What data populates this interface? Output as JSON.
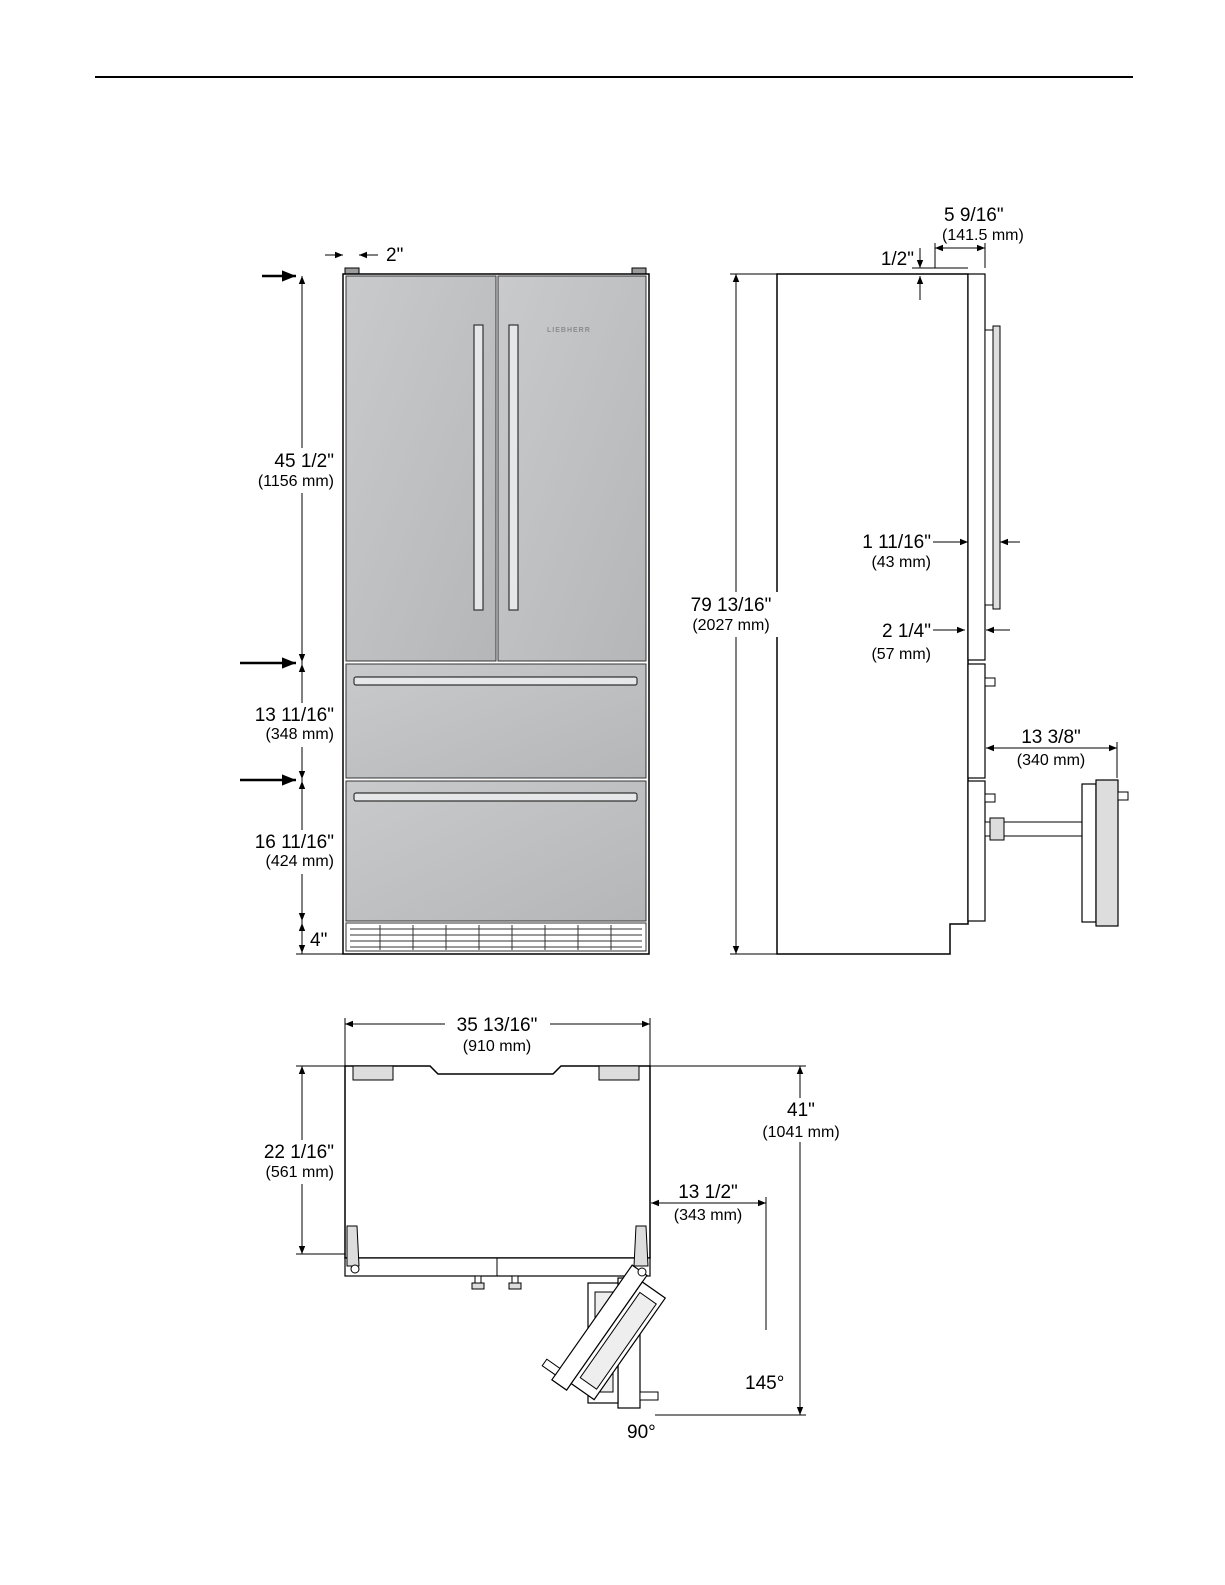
{
  "brand_logo": "LIEBHERR",
  "front_view": {
    "handle_offset_label": "2\"",
    "upper_height": {
      "in": "45 1/2\"",
      "mm": "(1156 mm)"
    },
    "middle_drawer": {
      "in": "13 11/16\"",
      "mm": "(348 mm)"
    },
    "lower_drawer": {
      "in": "16 11/16\"",
      "mm": "(424 mm)"
    },
    "base_height": {
      "in": "4\""
    }
  },
  "side_view": {
    "door_depth": {
      "in": "5 9/16\"",
      "mm": "(141.5 mm)"
    },
    "top_offset": {
      "in": "1/2\""
    },
    "total_height": {
      "in": "79 13/16\"",
      "mm": "(2027 mm)"
    },
    "handle_clearance": {
      "in": "1 11/16\"",
      "mm": "(43 mm)"
    },
    "handle_depth": {
      "in": "2 1/4\"",
      "mm": "(57 mm)"
    },
    "drawer_extension": {
      "in": "13 3/8\"",
      "mm": "(340 mm)"
    }
  },
  "top_view": {
    "width": {
      "in": "35 13/16\"",
      "mm": "(910 mm)"
    },
    "depth": {
      "in": "22 1/16\"",
      "mm": "(561 mm)"
    },
    "total_depth_open": {
      "in": "41\"",
      "mm": "(1041 mm)"
    },
    "door_swing_clearance": {
      "in": "13 1/2\"",
      "mm": "(343 mm)"
    },
    "angle_145": "145°",
    "angle_90": "90°"
  }
}
